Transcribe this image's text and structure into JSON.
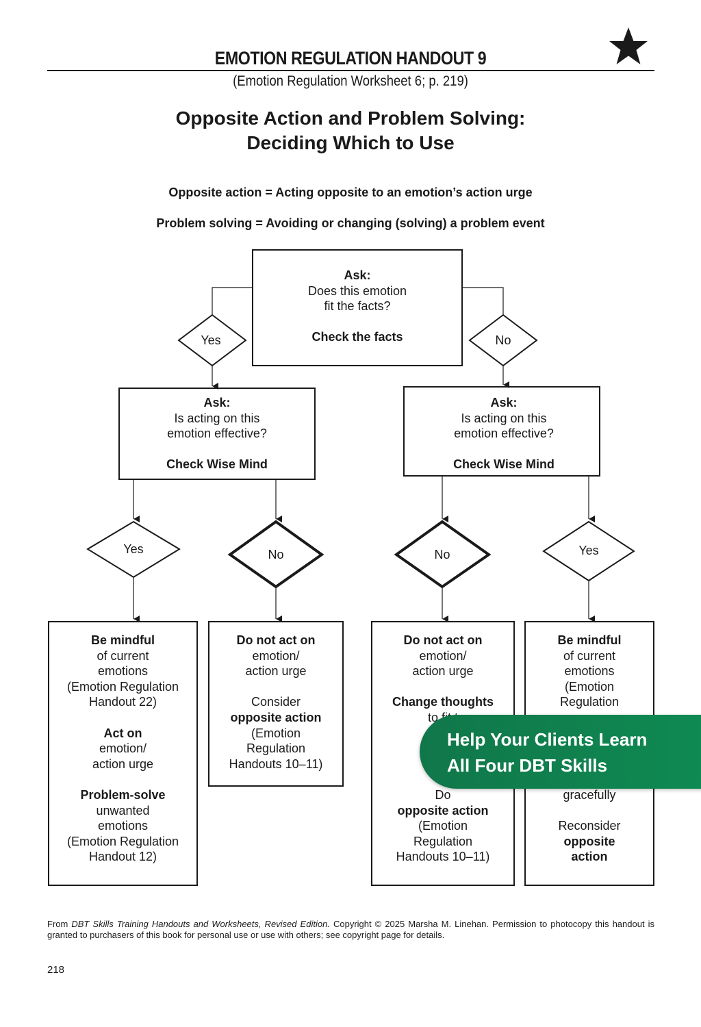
{
  "header": {
    "handout_title": "EMOTION REGULATION HANDOUT 9",
    "worksheet_ref": "(Emotion Regulation Worksheet 6; p. 219)",
    "star_icon": "black-star-icon"
  },
  "title": {
    "line1": "Opposite Action and Problem Solving:",
    "line2": "Deciding Which to Use"
  },
  "definitions": {
    "opposite_action": "Opposite action = Acting opposite to an emotion’s action urge",
    "problem_solving": "Problem solving = Avoiding or changing (solving) a problem event"
  },
  "flow": {
    "top_box": {
      "ask": "Ask:",
      "line1": "Does this emotion",
      "line2": "fit the facts?",
      "check": "Check the facts"
    },
    "top_yes": "Yes",
    "top_no": "No",
    "left_ask_box": {
      "ask": "Ask:",
      "line1": "Is acting on this",
      "line2": "emotion effective?",
      "check": "Check Wise Mind"
    },
    "right_ask_box": {
      "ask": "Ask:",
      "line1": "Is acting on this",
      "line2": "emotion effective?",
      "check": "Check Wise Mind"
    },
    "d1_yes": "Yes",
    "d2_no": "No",
    "d3_no": "No",
    "d4_yes": "Yes",
    "box1": {
      "l1": "Be mindful",
      "l2": "of current",
      "l3": "emotions",
      "l4": "(Emotion Regulation",
      "l5": "Handout 22)",
      "l6": "Act on",
      "l7": "emotion/",
      "l8": "action urge",
      "l9": "Problem-solve",
      "l10": "unwanted",
      "l11": "emotions",
      "l12": "(Emotion Regulation",
      "l13": "Handout 12)"
    },
    "box2": {
      "l1": "Do not act on",
      "l2": "emotion/",
      "l3": "action urge",
      "l4": "Consider",
      "l5": "opposite action",
      "l6": "(Emotion",
      "l7": "Regulation",
      "l8": "Handouts 10–11)"
    },
    "box3": {
      "l1": "Do not act on",
      "l2": "emotion/",
      "l3": "action urge",
      "l4": "Change thoughts",
      "l5": "to fit t",
      "l6": "Do",
      "l7": "opposite action",
      "l8": "(Emotion",
      "l9": "Regulation",
      "l10": "Handouts 10–11)"
    },
    "box4": {
      "l1": "Be mindful",
      "l2": "of current",
      "l3": "emotions",
      "l4": "(Emotion",
      "l5": "Regulation",
      "l6": "gracefully",
      "l7": "Reconsider",
      "l8": "opposite",
      "l9": "action"
    }
  },
  "footer": {
    "from": "From ",
    "book": "DBT Skills Training Handouts and Worksheets, Revised Edition.",
    "rest": " Copyright © 2025 Marsha M. Linehan. Permission to photocopy this handout is granted to purchasers of this book for personal use or use with others; see copyright page for details.",
    "page_number": "218"
  },
  "promo": {
    "line1": "Help Your Clients Learn",
    "line2": "All Four DBT Skills",
    "color": "#0f7f4d"
  }
}
